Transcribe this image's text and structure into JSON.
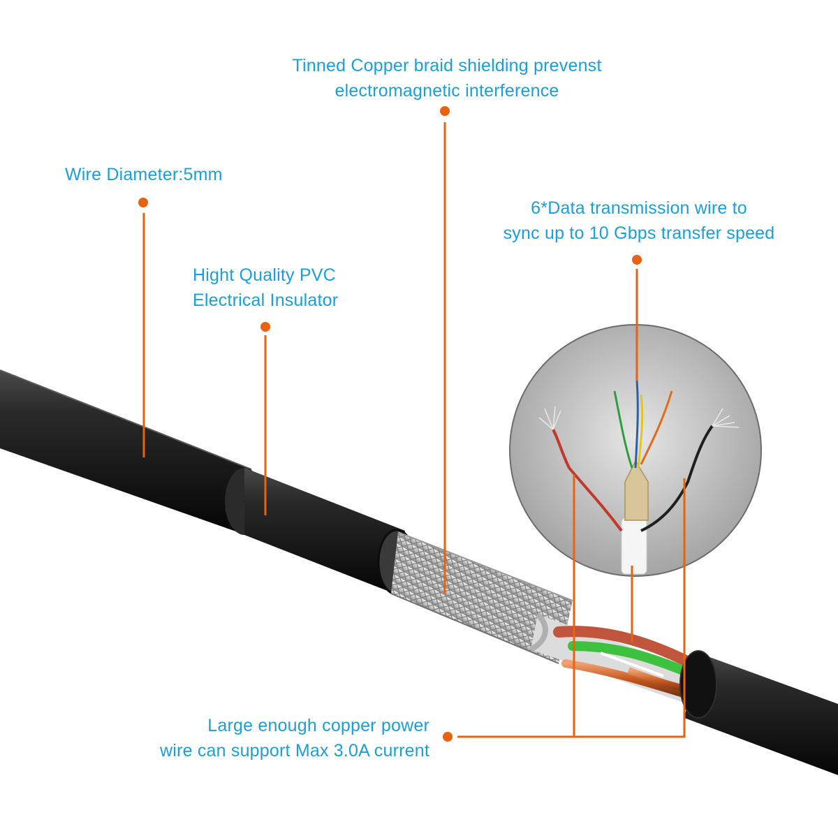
{
  "colors": {
    "label_text": "#1a9fd9",
    "callout": "#e8620f",
    "cable_jacket": "#1c1c1c",
    "braid": "#c9c9c9",
    "copper": "#d9733a",
    "background": "#ffffff"
  },
  "callouts": {
    "braid": {
      "line1": "Tinned Copper braid shielding prevenst",
      "line2": "electromagnetic interference"
    },
    "diameter": {
      "line1": "Wire Diameter:5mm"
    },
    "insulator": {
      "line1": "Hight Quality PVC",
      "line2": "Electrical Insulator"
    },
    "data_wire": {
      "line1": "6*Data transmission wire to",
      "line2": "sync up to 10 Gbps transfer speed"
    },
    "power_wire": {
      "line1": "Large enough copper power",
      "line2": "wire can support Max 3.0A current"
    }
  }
}
